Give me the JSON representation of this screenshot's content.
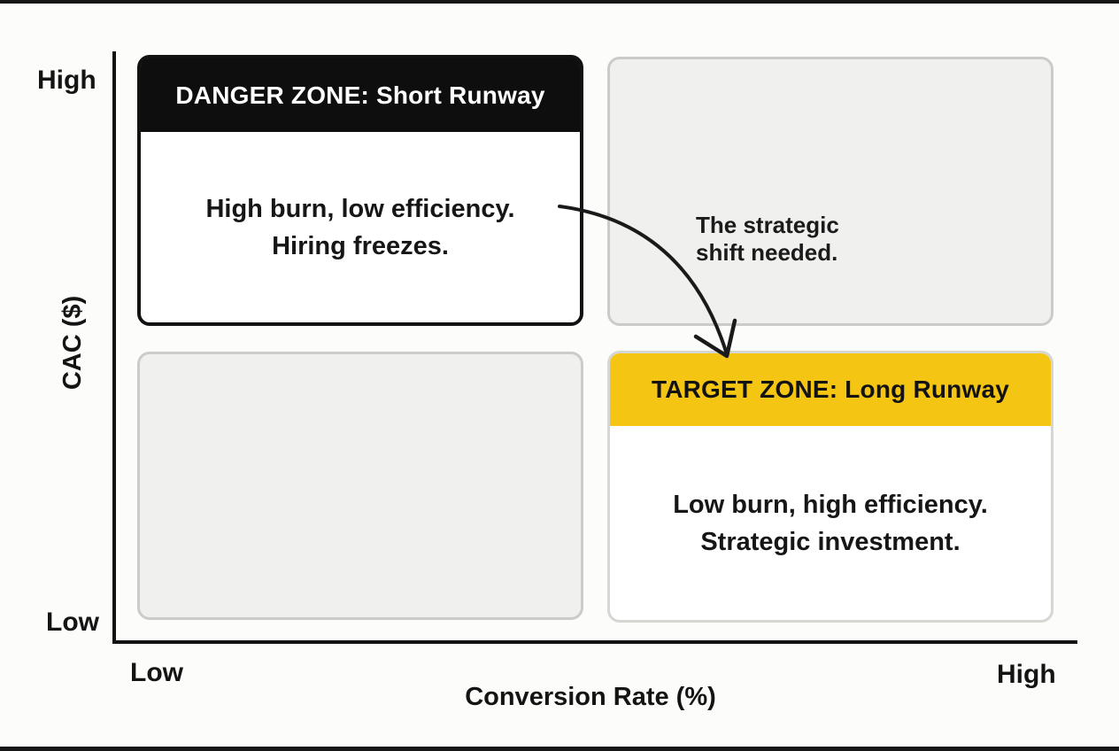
{
  "figure": {
    "type": "quadrant-matrix-diagram",
    "y_axis": {
      "title": "CAC ($)",
      "high_label": "High",
      "low_label": "Low"
    },
    "x_axis": {
      "title": "Conversion Rate (%)",
      "low_label": "Low",
      "high_label": "High"
    },
    "quadrants": {
      "top_left": {
        "header": "DANGER ZONE: Short Runway",
        "body_line1": "High burn, low efficiency.",
        "body_line2": "Hiring freezes."
      },
      "top_right": {
        "note_line1": "The strategic",
        "note_line2": "shift needed."
      },
      "bottom_left": {},
      "bottom_right": {
        "header": "TARGET ZONE: Long Runway",
        "body_line1": "Low burn, high efficiency.",
        "body_line2": "Strategic investment."
      }
    },
    "colors": {
      "danger_header_bg": "#0E0E0E",
      "danger_header_text": "#FFFFFF",
      "target_header_bg": "#F4C513",
      "target_header_text": "#131313",
      "gray_quadrant_fill": "#F0F0EE",
      "gray_quadrant_border": "#CBCBC8",
      "ink": "#151515"
    }
  }
}
